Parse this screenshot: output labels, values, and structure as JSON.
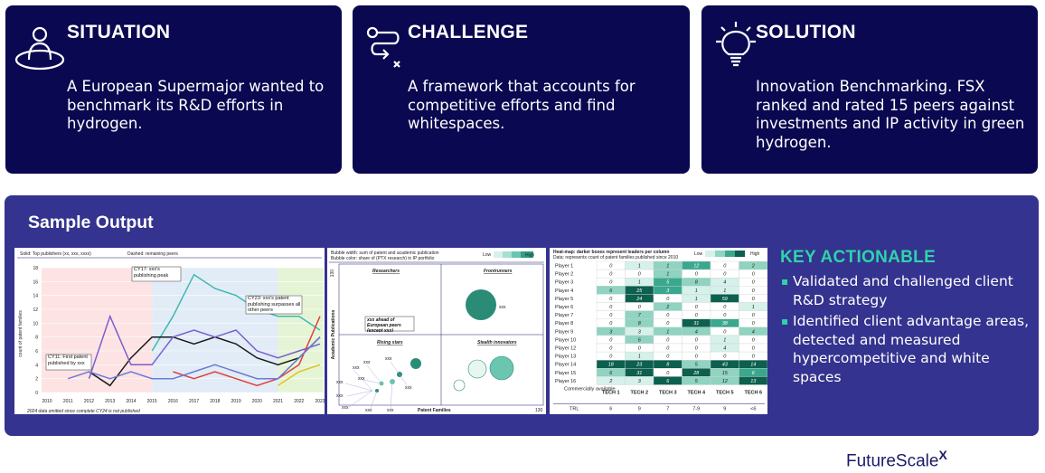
{
  "cards": {
    "situation": {
      "title": "SITUATION",
      "body": "A European Supermajor wanted to benchmark its R&D efforts in hydrogen.",
      "icon": "user-icon"
    },
    "challenge": {
      "title": "CHALLENGE",
      "body": "A framework that accounts for competitive efforts and find whitespaces.",
      "icon": "route-icon"
    },
    "solution": {
      "title": "SOLUTION",
      "body": "Innovation Benchmarking. FSX ranked and rated 15 peers against investments and IP activity in green hydrogen.",
      "icon": "lightbulb-icon"
    }
  },
  "sample": {
    "title": "Sample Output",
    "key_title": "KEY ACTIONABLE",
    "key_items": [
      "Validated and challenged client R&D strategy",
      "Identified client advantage areas, detected and measured hypercompetitive and white spaces"
    ]
  },
  "line_panel": {
    "legend_solid": "Solid: Top publishers (xx, xxx, xxxx)",
    "legend_dashed": "Dashed: remaining peers",
    "ylabel": "count of patent families",
    "footnote": "2024 data omitted since complete CY24 is not published",
    "annot_cy17": "CY17: xxx's publishing peak",
    "annot_cy23": "CY23: xxx's patent publishing surpasses all other peers",
    "annot_cy11": "CY11: First patent published by xxx"
  },
  "chart_data": {
    "type": "line",
    "x": [
      2010,
      2011,
      2012,
      2013,
      2014,
      2015,
      2016,
      2017,
      2018,
      2019,
      2020,
      2021,
      2022,
      2023
    ],
    "ylim": [
      0,
      18
    ],
    "yticks": [
      0,
      2,
      4,
      6,
      8,
      10,
      12,
      14,
      16,
      18
    ],
    "series": [
      {
        "color": "#3fb9b0",
        "values": [
          null,
          null,
          null,
          null,
          null,
          6,
          11,
          17,
          15,
          14,
          12,
          11,
          11,
          9
        ]
      },
      {
        "color": "#1a1a1a",
        "values": [
          null,
          null,
          3,
          1,
          5,
          8,
          8,
          7,
          8,
          7,
          5,
          4,
          5,
          8
        ]
      },
      {
        "color": "#7a5fd1",
        "values": [
          null,
          null,
          2,
          11,
          4,
          4,
          8,
          9,
          8,
          9,
          6,
          5,
          6,
          7
        ]
      },
      {
        "color": "#e0413a",
        "values": [
          null,
          null,
          null,
          null,
          null,
          null,
          3,
          2,
          3,
          2,
          1,
          2,
          4,
          11
        ]
      },
      {
        "color": "#6a7bd8",
        "values": [
          null,
          2,
          3,
          2,
          3,
          2,
          2,
          3,
          4,
          3,
          2,
          2,
          5,
          8
        ]
      },
      {
        "color": "#e1c21b",
        "values": [
          null,
          null,
          null,
          null,
          null,
          null,
          null,
          null,
          null,
          null,
          null,
          1,
          3,
          4
        ]
      }
    ]
  },
  "bubble_panel": {
    "legend_width": "Bubble width: sum of patent and academic publication",
    "legend_color": "Bubble color: share of (PTX research) in IP portfolio",
    "scale_low": "Low",
    "scale_high": "High",
    "quadrants": [
      "Researchers",
      "Frontrunners",
      "Rising stars",
      "Stealth innovators"
    ],
    "xlabel": "Patent Families",
    "ylabel": "Academic Publications",
    "axis_max_y": "130",
    "axis_max_x": "130",
    "callout": "xxx ahead of European peers (except xxx)",
    "bubble_label": "xxx"
  },
  "heatmap_panel": {
    "note_title": "Heat-map: darker boxes represent leaders per column",
    "note_data": "Data: represents count of patent families published since 2010",
    "scale_low": "Low",
    "scale_high": "High",
    "players": [
      "Player 1",
      "Player 2",
      "Player 3",
      "Player 4",
      "Player 5",
      "Player 6",
      "Player 7",
      "Player 8",
      "Player 9",
      "Player 10",
      "Player 12",
      "Player 13",
      "Player 14",
      "Player 15",
      "Player 16"
    ],
    "techs": [
      "TECH 1",
      "TECH 2",
      "TECH 3",
      "TECH 4",
      "TECH 5",
      "TECH 6"
    ],
    "values": [
      [
        0,
        1,
        1,
        12,
        0,
        2
      ],
      [
        0,
        0,
        1,
        0,
        0,
        0
      ],
      [
        0,
        1,
        5,
        8,
        4,
        0
      ],
      [
        6,
        25,
        3,
        1,
        1,
        0
      ],
      [
        0,
        24,
        0,
        1,
        59,
        0
      ],
      [
        0,
        0,
        2,
        0,
        0,
        1
      ],
      [
        0,
        7,
        0,
        0,
        0,
        0
      ],
      [
        0,
        8,
        0,
        31,
        38,
        0
      ],
      [
        3,
        3,
        1,
        4,
        0,
        4
      ],
      [
        0,
        6,
        0,
        0,
        1,
        0
      ],
      [
        0,
        0,
        0,
        0,
        4,
        0
      ],
      [
        0,
        1,
        0,
        0,
        0,
        0
      ],
      [
        18,
        23,
        8,
        5,
        43,
        14
      ],
      [
        6,
        31,
        0,
        28,
        15,
        6
      ],
      [
        2,
        3,
        6,
        5,
        12,
        13
      ]
    ],
    "commercial_label": "Commercially available",
    "trl_label": "TRL",
    "trl_values": [
      "6",
      "9",
      "7",
      "7-9",
      "9",
      "<6"
    ]
  },
  "brand": {
    "name": "FutureScale",
    "mark": "X"
  },
  "colors": {
    "navy": "#0a0850",
    "panel_blue": "#34338f",
    "accent": "#2fd3a9"
  }
}
